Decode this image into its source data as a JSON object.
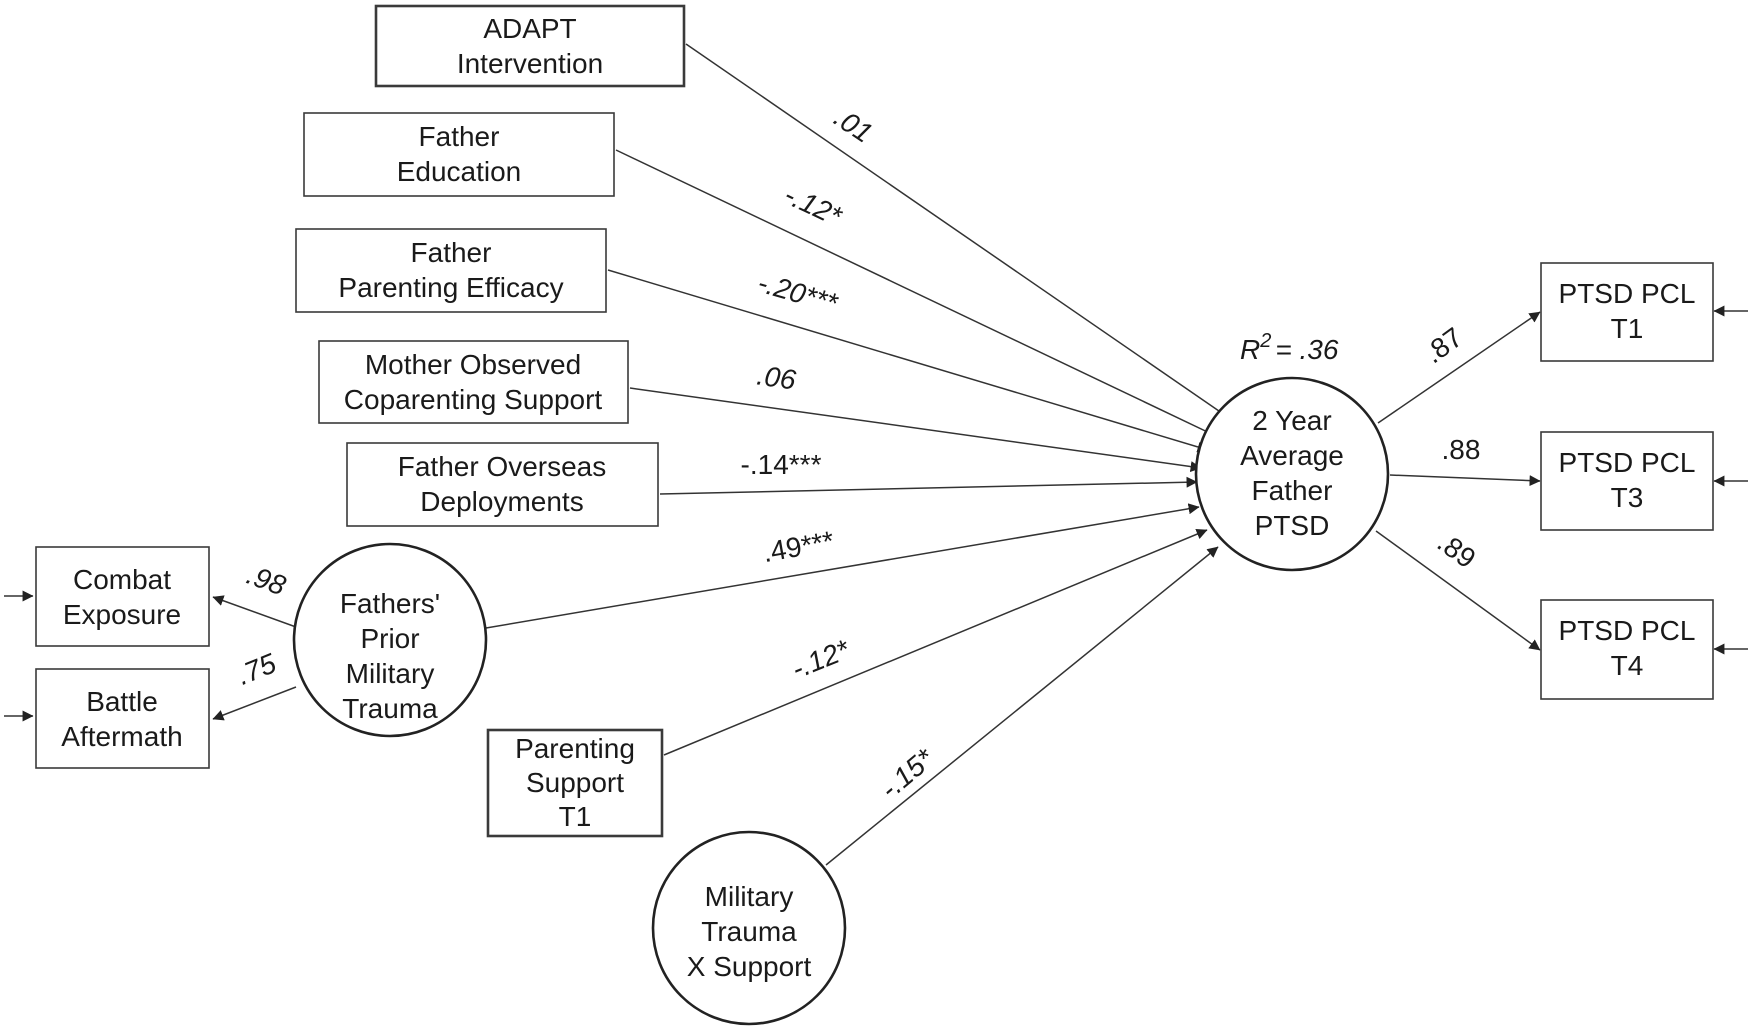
{
  "boxes": {
    "adapt": [
      "ADAPT",
      "Intervention"
    ],
    "father_education": [
      "Father",
      "Education"
    ],
    "father_parenting_efficacy": [
      "Father",
      "Parenting Efficacy"
    ],
    "mother_coparenting": [
      "Mother Observed",
      "Coparenting Support"
    ],
    "father_deployments": [
      "Father Overseas",
      "Deployments"
    ],
    "combat_exposure": [
      "Combat",
      "Exposure"
    ],
    "battle_aftermath": [
      "Battle",
      "Aftermath"
    ],
    "parenting_support": [
      "Parenting",
      "Support",
      "T1"
    ],
    "pcl_t1": [
      "PTSD PCL",
      "T1"
    ],
    "pcl_t3": [
      "PTSD PCL",
      "T3"
    ],
    "pcl_t4": [
      "PTSD PCL",
      "T4"
    ]
  },
  "latents": {
    "prior_trauma": [
      "Fathers'",
      "Prior",
      "Military",
      "Trauma"
    ],
    "father_ptsd": [
      "2 Year",
      "Average",
      "Father",
      "PTSD"
    ],
    "interaction": [
      "Military",
      "Trauma",
      "X Support"
    ]
  },
  "r_squared": {
    "symbol": "R",
    "superscript": "2",
    "value": "= .36"
  },
  "coefficients": {
    "adapt": ".01",
    "education": "-.12*",
    "efficacy": "-.20***",
    "coparenting": ".06",
    "deployments": "-.14***",
    "prior_trauma": ".49***",
    "parenting_support": "-.12*",
    "interaction": "-.15*",
    "combat_loading": ".98",
    "battle_loading": ".75",
    "t1_loading": ".87",
    "t3_loading": ".88",
    "t4_loading": ".89"
  }
}
